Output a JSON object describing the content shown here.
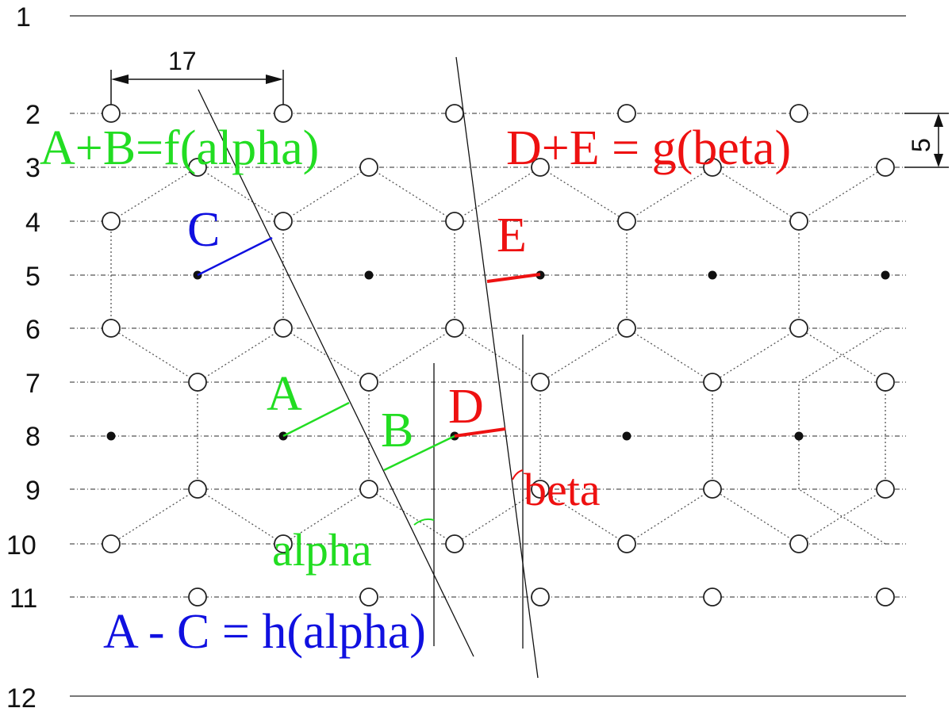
{
  "row_labels": [
    "1",
    "2",
    "3",
    "4",
    "5",
    "6",
    "7",
    "8",
    "9",
    "10",
    "11",
    "12"
  ],
  "dimensions": {
    "horizontal_spacing": "17",
    "vertical_spacing": "5"
  },
  "formulas": {
    "f": "A+B=f(alpha)",
    "g": "D+E = g(beta)",
    "h": "A - C = h(alpha)"
  },
  "distance_labels": {
    "a": "A",
    "b": "B",
    "c": "C",
    "d": "D",
    "e": "E"
  },
  "angle_labels": {
    "alpha": "alpha",
    "beta": "beta"
  },
  "colors": {
    "green": "#22dd22",
    "red": "#ee1111",
    "blue": "#1010e0",
    "line": "#111111",
    "grid": "#555555"
  }
}
